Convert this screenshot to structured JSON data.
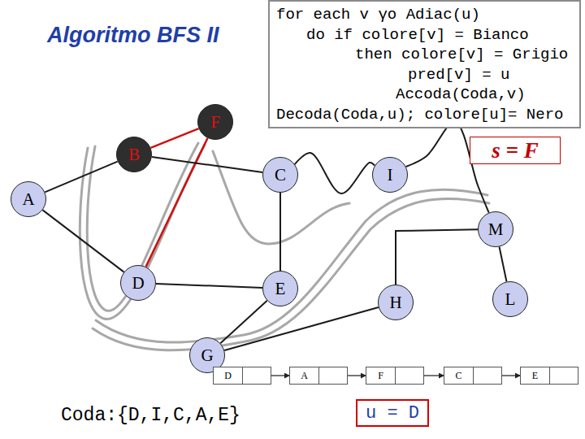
{
  "diagram": {
    "title": "Algoritmo BFS II",
    "nodes": [
      {
        "text": [
          "for each v γo Adiac(u)",
          "do if colore[v] = Bianco",
          "then colore[v] = Grigio",
          "pred[v] = u",
          "Accoda(Coda,v)",
          "Decoda(Coda,u); colore[u]= Nero"
        ]
      },
      {
        "text": [
          "s = F"
        ]
      },
      {
        "text": [
          "F"
        ]
      },
      {
        "text": [
          "B"
        ]
      },
      {
        "text": [
          "C"
        ]
      },
      {
        "text": [
          "I"
        ]
      },
      {
        "text": [
          "A"
        ]
      },
      {
        "text": [
          "M"
        ]
      },
      {
        "text": [
          "D"
        ]
      },
      {
        "text": [
          "E"
        ]
      },
      {
        "text": [
          "H"
        ]
      },
      {
        "text": [
          "L"
        ]
      },
      {
        "text": [
          "G"
        ]
      },
      {
        "text": [
          "D"
        ]
      },
      {
        "text": [
          "A"
        ]
      },
      {
        "text": [
          "F"
        ]
      },
      {
        "text": [
          "C"
        ]
      },
      {
        "text": [
          "E"
        ]
      },
      {
        "text": [
          "u = D"
        ]
      }
    ],
    "edges": [
      {
        "from": 2,
        "to": 3,
        "arrow": "none"
      },
      {
        "from": 2,
        "to": 8,
        "arrow": "none"
      },
      {
        "from": 3,
        "to": 6,
        "arrow": "none"
      },
      {
        "from": 3,
        "to": 4,
        "arrow": "none"
      },
      {
        "from": 6,
        "to": 8,
        "arrow": "none"
      },
      {
        "from": 8,
        "to": 9,
        "arrow": "none"
      },
      {
        "from": 4,
        "to": 9,
        "arrow": "none"
      },
      {
        "from": 4,
        "to": 5,
        "arrow": "none"
      },
      {
        "from": 5,
        "to": 7,
        "arrow": "none"
      },
      {
        "from": 7,
        "to": 10,
        "arrow": "none"
      },
      {
        "from": 7,
        "to": 11,
        "arrow": "none"
      },
      {
        "from": 9,
        "to": 12,
        "arrow": "none"
      },
      {
        "from": 12,
        "to": 10,
        "arrow": "none"
      },
      {
        "from": 13,
        "to": 14,
        "arrow": "to"
      },
      {
        "from": 14,
        "to": 15,
        "arrow": "to"
      },
      {
        "from": 15,
        "to": 16,
        "arrow": "to"
      },
      {
        "from": 16,
        "to": 17,
        "arrow": "to"
      }
    ],
    "labels": [
      "Coda:{D,I,C,A,E}"
    ]
  }
}
